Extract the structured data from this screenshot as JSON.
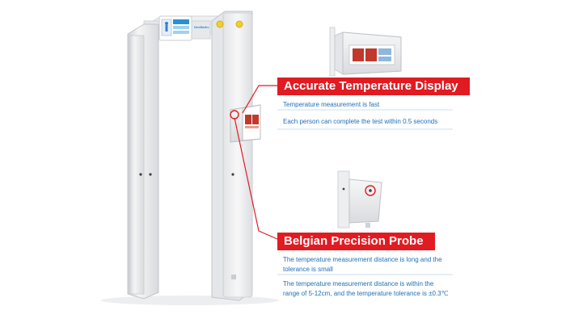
{
  "features": [
    {
      "title": "Accurate Temperature Display",
      "lines": [
        "Temperature measurement is fast",
        "Each person can complete the test within 0.5 seconds"
      ]
    },
    {
      "title": "Belgian Precision Probe",
      "lines": [
        "The temperature measurement distance is long and the tolerance is small",
        "The temperature measurement distance is within the range of 5-12cm, and the temperature tolerance is ±0.3℃"
      ]
    }
  ],
  "brand_mark": "NexBaths",
  "colors": {
    "accent": "#e11b22",
    "text": "#1f6fb8",
    "frame": "#e9eaec"
  }
}
